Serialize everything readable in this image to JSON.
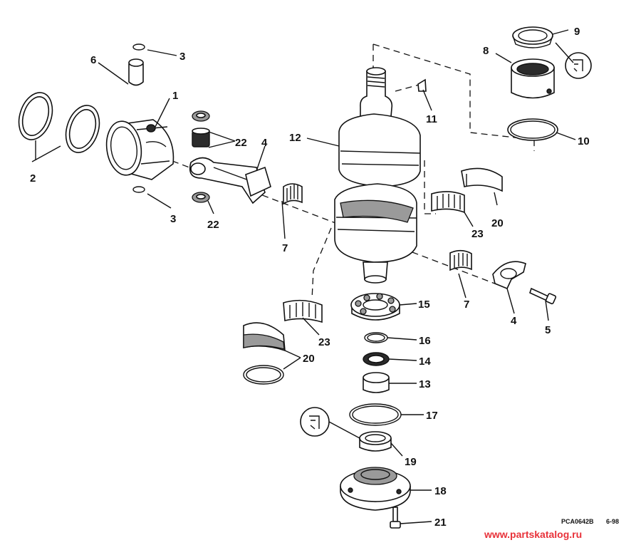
{
  "callouts": {
    "c1": "1",
    "c2": "2",
    "c3a": "3",
    "c3b": "3",
    "c4a": "4",
    "c4b": "4",
    "c5": "5",
    "c6": "6",
    "c7a": "7",
    "c7b": "7",
    "c8": "8",
    "c9": "9",
    "c10": "10",
    "c11": "11",
    "c12": "12",
    "c13": "13",
    "c14": "14",
    "c15": "15",
    "c16": "16",
    "c17": "17",
    "c18": "18",
    "c19": "19",
    "c20a": "20",
    "c20b": "20",
    "c21": "21",
    "c22a": "22",
    "c22b": "22",
    "c23a": "23",
    "c23b": "23"
  },
  "figure_code": "PCA0642B",
  "figure_date": "6-98",
  "watermark": "www.partskatalog.ru",
  "colors": {
    "ink": "#111111",
    "watermark": "#e8323a",
    "background": "#ffffff"
  },
  "icons": {
    "sealant_symbol": "sealant-tube-icon"
  }
}
